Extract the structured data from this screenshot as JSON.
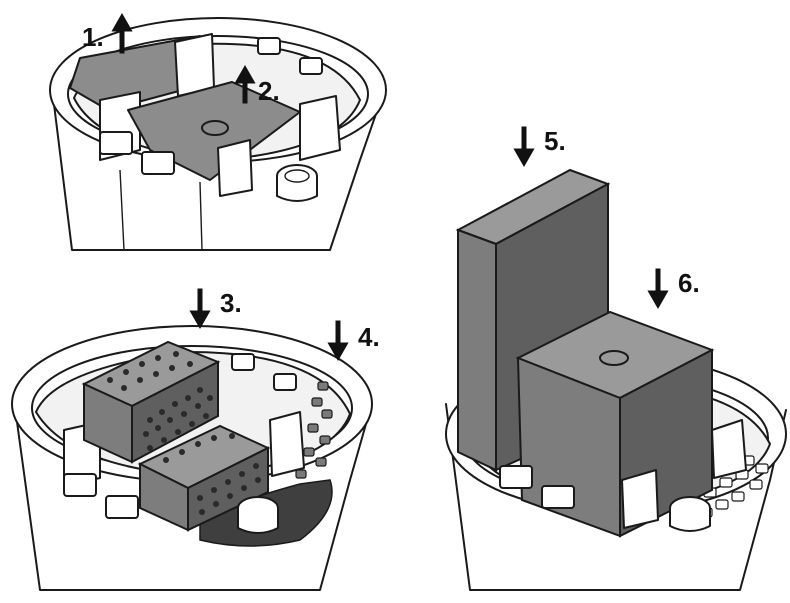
{
  "steps": [
    {
      "label": "1.",
      "direction": "up",
      "action": "remove"
    },
    {
      "label": "2.",
      "direction": "up",
      "action": "remove"
    },
    {
      "label": "3.",
      "direction": "down",
      "action": "insert"
    },
    {
      "label": "4.",
      "direction": "down",
      "action": "insert"
    },
    {
      "label": "5.",
      "direction": "down",
      "action": "insert"
    },
    {
      "label": "6.",
      "direction": "down",
      "action": "insert"
    }
  ],
  "colors": {
    "ink": "#1a1a1a",
    "sponge": "#7d7d7d",
    "sponge_dark": "#5f5f5f",
    "background": "#ffffff"
  }
}
